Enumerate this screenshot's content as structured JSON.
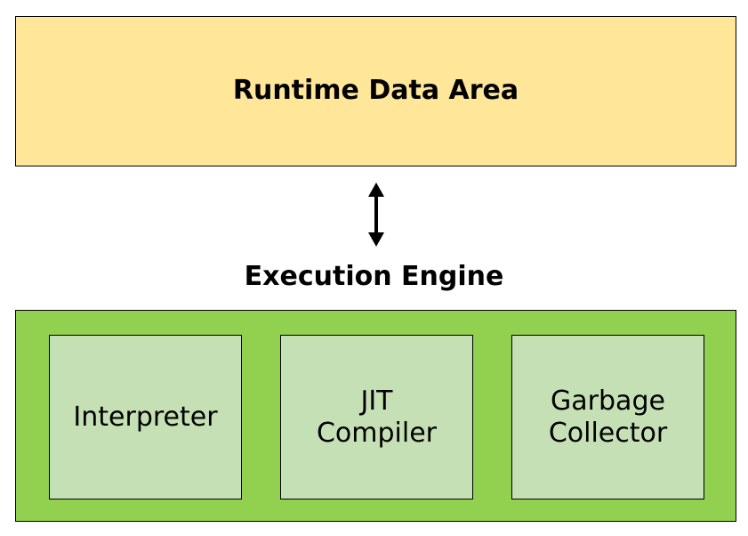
{
  "colors": {
    "runtime_fill": "#FFE699",
    "engine_fill": "#92D050",
    "component_fill": "#C5E0B4",
    "border": "#000000",
    "arrow": "#000000"
  },
  "runtime_data_area": {
    "label": "Runtime Data Area"
  },
  "connector": {
    "icon": "double-headed-vertical-arrow"
  },
  "execution_engine": {
    "label": "Execution Engine",
    "components": [
      {
        "label": "Interpreter"
      },
      {
        "label": "JIT\nCompiler"
      },
      {
        "label": "Garbage\nCollector"
      }
    ]
  }
}
